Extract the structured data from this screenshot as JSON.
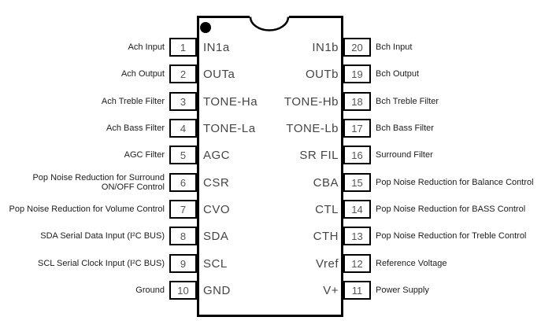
{
  "pinout": {
    "colors": {
      "outline": "#000000",
      "pin_name_text": "#454545",
      "pin_number_text": "#555555",
      "description_text": "#1c1c1c",
      "background": "#ffffff"
    },
    "rows": [
      {
        "left": {
          "number": "1",
          "name": "IN1a",
          "desc": "Ach Input"
        },
        "right": {
          "number": "20",
          "name": "IN1b",
          "desc": "Bch Input"
        }
      },
      {
        "left": {
          "number": "2",
          "name": "OUTa",
          "desc": "Ach Output"
        },
        "right": {
          "number": "19",
          "name": "OUTb",
          "desc": "Bch Output"
        }
      },
      {
        "left": {
          "number": "3",
          "name": "TONE-Ha",
          "desc": "Ach Treble Filter"
        },
        "right": {
          "number": "18",
          "name": "TONE-Hb",
          "desc": "Bch Treble Filter"
        }
      },
      {
        "left": {
          "number": "4",
          "name": "TONE-La",
          "desc": "Ach Bass Filter"
        },
        "right": {
          "number": "17",
          "name": "TONE-Lb",
          "desc": "Bch Bass Filter"
        }
      },
      {
        "left": {
          "number": "5",
          "name": "AGC",
          "desc": "AGC Filter"
        },
        "right": {
          "number": "16",
          "name": "SR FIL",
          "desc": "Surround Filter"
        }
      },
      {
        "left": {
          "number": "6",
          "name": "CSR",
          "desc": "Pop Noise Reduction for Surround\nON/OFF Control"
        },
        "right": {
          "number": "15",
          "name": "CBA",
          "desc": "Pop Noise Reduction for Balance Control"
        }
      },
      {
        "left": {
          "number": "7",
          "name": "CVO",
          "desc": "Pop Noise Reduction for Volume Control"
        },
        "right": {
          "number": "14",
          "name": "CTL",
          "desc": "Pop Noise Reduction for BASS Control"
        }
      },
      {
        "left": {
          "number": "8",
          "name": "SDA",
          "desc": "SDA Serial Data Input (I²C BUS)"
        },
        "right": {
          "number": "13",
          "name": "CTH",
          "desc": "Pop Noise Reduction for Treble Control"
        }
      },
      {
        "left": {
          "number": "9",
          "name": "SCL",
          "desc": "SCL Serial Clock Input (I²C BUS)"
        },
        "right": {
          "number": "12",
          "name": "Vref",
          "desc": "Reference Voltage"
        }
      },
      {
        "left": {
          "number": "10",
          "name": "GND",
          "desc": "Ground"
        },
        "right": {
          "number": "11",
          "name": "V+",
          "desc": "Power Supply"
        }
      }
    ]
  }
}
